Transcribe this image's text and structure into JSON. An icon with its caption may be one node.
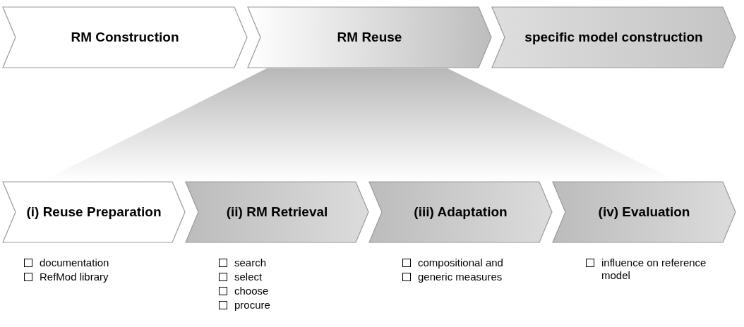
{
  "diagram": {
    "nodes": [
      {
        "text": [
          "RM Construction"
        ]
      },
      {
        "text": [
          "RM Reuse"
        ]
      },
      {
        "text": [
          "specific model construction"
        ]
      },
      {
        "text": [],
        "shape": "trapezoid"
      },
      {
        "text": [
          "(i) Reuse Preparation"
        ],
        "beside": [
          "documentation",
          "RefMod library"
        ]
      },
      {
        "text": [
          "(ii) RM Retrieval"
        ],
        "beside": [
          "search",
          "select",
          "choose",
          "procure"
        ]
      },
      {
        "text": [
          "(iii) Adaptation"
        ],
        "beside": [
          "compositional and",
          "generic measures"
        ]
      },
      {
        "text": [
          "(iv) Evaluation"
        ],
        "beside": [
          "influence on reference model"
        ]
      }
    ]
  }
}
